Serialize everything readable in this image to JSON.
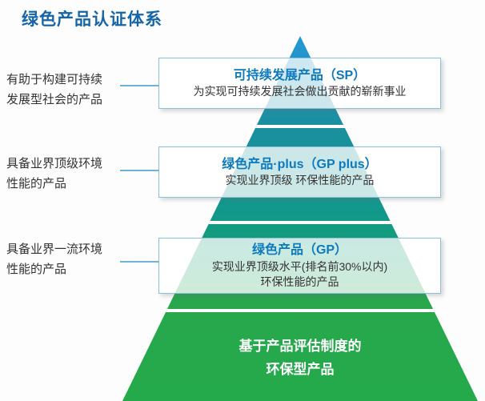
{
  "page_title": "绿色产品认证体系",
  "pyramid": {
    "levels": [
      {
        "side_label": "有助于构建可持续\n发展型社会的产品",
        "box_title": "可持续发展产品（SP）",
        "box_body": "为实现可持续发展社会做出贡献的崭新事业"
      },
      {
        "side_label": "具备业界顶级环境\n性能的产品",
        "box_title": "绿色产品·plus（GP plus）",
        "box_body": "实现业界顶级 环保性能的产品"
      },
      {
        "side_label": "具备业界一流环境\n性能的产品",
        "box_title": "绿色产品（GP）",
        "box_body": "实现业界顶级水平(排名前30%以内)\n环保性能的产品"
      }
    ],
    "base_label": "基于产品评估制度的\n环保型产品"
  },
  "colors": {
    "title_text": "#1565a8",
    "box_title_text": "#0d7abf",
    "body_text": "#333333",
    "box_border": "#8cc1dc",
    "connector_line": "#6fb4d6",
    "pyramid_top_blue": "#2598d8",
    "pyramid_teal": "#1b8fa0",
    "pyramid_emerald": "#11988b",
    "pyramid_green": "#24aa4b",
    "base_text": "#ffffff"
  }
}
